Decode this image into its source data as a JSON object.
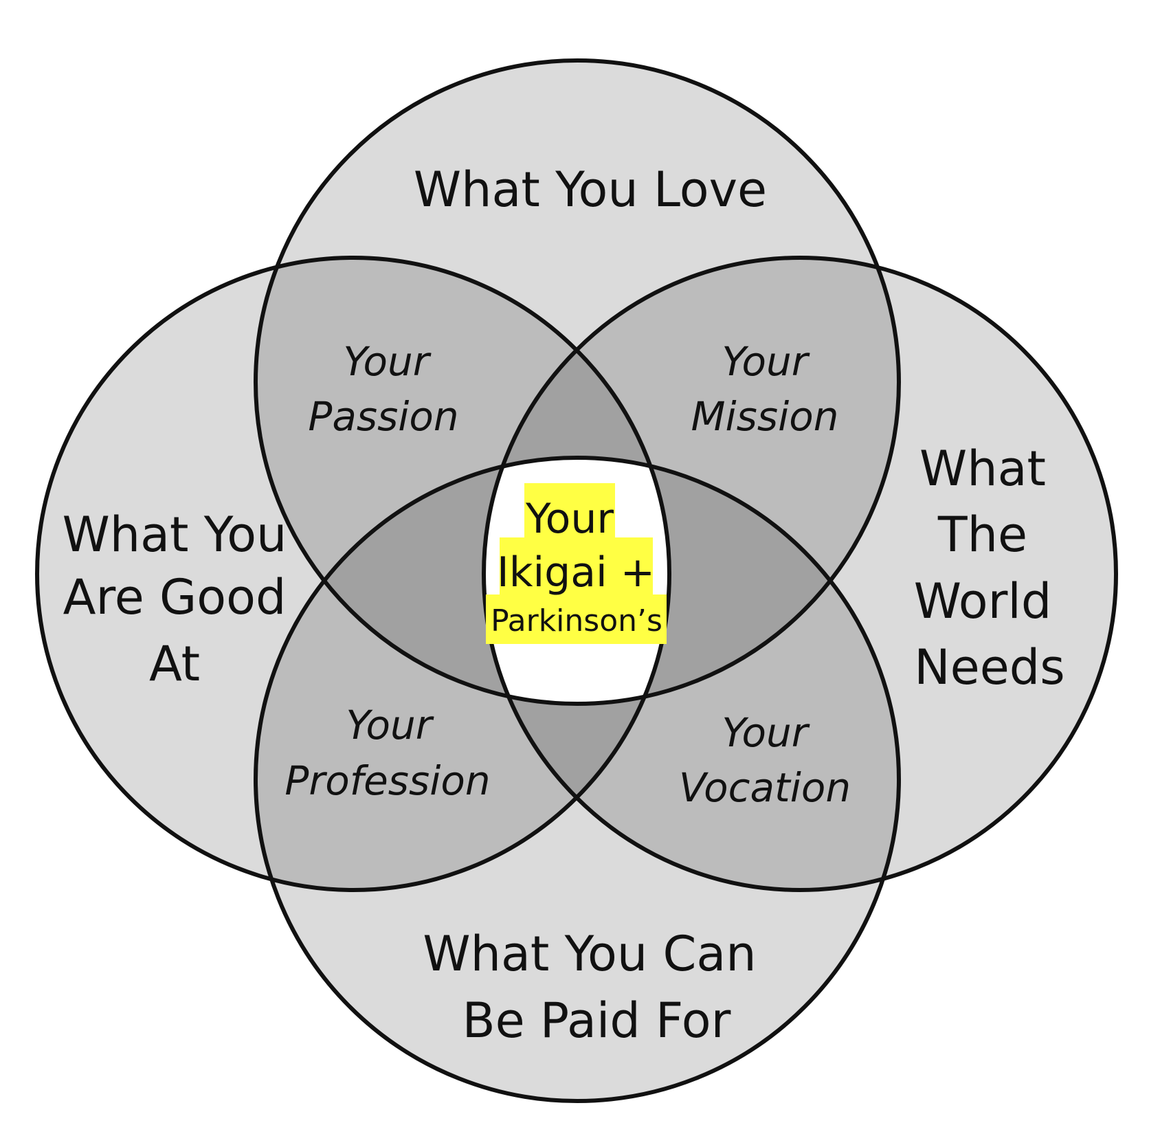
{
  "circles": {
    "top": "What You Love",
    "left": [
      "What You",
      "Are Good",
      "At"
    ],
    "right": [
      "What",
      "The",
      "World",
      "Needs"
    ],
    "bottom": [
      "What You Can",
      "Be Paid For"
    ]
  },
  "overlaps": {
    "passion": [
      "Your",
      "Passion"
    ],
    "mission": [
      "Your",
      "Mission"
    ],
    "profession": [
      "Your",
      "Profession"
    ],
    "vocation": [
      "Your",
      "Vocation"
    ]
  },
  "center": [
    "Your",
    "Ikigai +",
    "Parkinson’s"
  ],
  "colors": {
    "highlight": "#ffff44",
    "stroke": "#111111",
    "center": "#ffffff"
  }
}
